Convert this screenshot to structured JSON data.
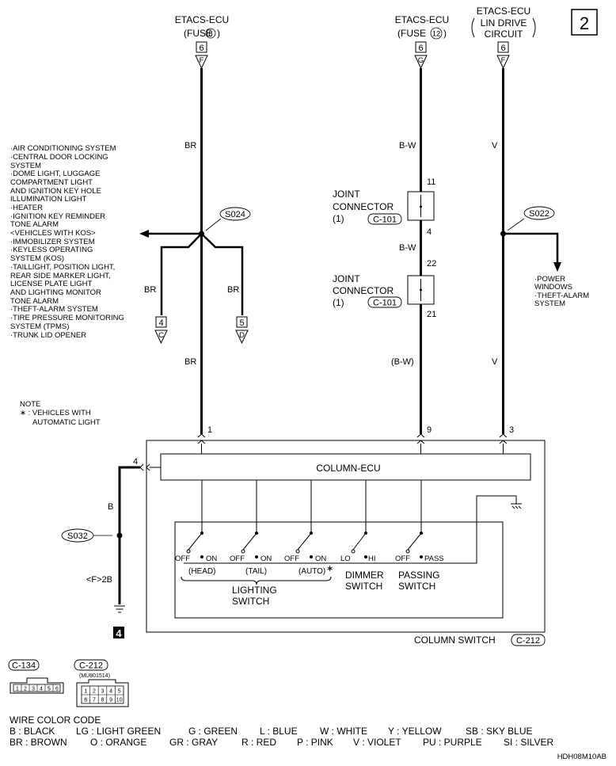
{
  "page_number": "2",
  "top_sources": [
    {
      "line1": "ETACS-ECU",
      "line2": "(FUSE",
      "fuse_no": "8",
      "line2_end": ")",
      "pin": "6",
      "letter": "F"
    },
    {
      "line1": "ETACS-ECU",
      "line2": "(FUSE",
      "fuse_no": "12",
      "line2_end": ")",
      "pin": "6",
      "letter": "G"
    },
    {
      "line1": "ETACS-ECU",
      "line2": "LIN DRIVE",
      "line3": "CIRCUIT",
      "pin": "6",
      "letter": "F"
    }
  ],
  "wire_labels": {
    "br_top": "BR",
    "bw_top": "B-W",
    "v_top": "V",
    "bw_mid": "B-W",
    "br_left": "BR",
    "br_right": "BR",
    "br_bottom": "BR",
    "bw_bottom": "(B-W)",
    "v_bottom": "V",
    "b_ground": "B",
    "ground_point": "<F>2B"
  },
  "splices": {
    "s024": "S024",
    "s022": "S022",
    "s032": "S032"
  },
  "joint_connectors": [
    {
      "line1": "JOINT",
      "line2": "CONNECTOR",
      "line3": "(1)",
      "code": "C-101",
      "pin_top": "11",
      "pin_bottom": "4"
    },
    {
      "line1": "JOINT",
      "line2": "CONNECTOR",
      "line3": "(1)",
      "code": "C-101",
      "pin_top": "22",
      "pin_bottom": "21"
    }
  ],
  "left_systems": [
    "·AIR CONDITIONING SYSTEM",
    "·CENTRAL DOOR LOCKING",
    "  SYSTEM",
    "·DOME LIGHT, LUGGAGE",
    "  COMPARTMENT LIGHT",
    "  AND IGNITION KEY HOLE",
    "  ILLUMINATION LIGHT",
    "·HEATER",
    "·IGNITION KEY REMINDER",
    "  TONE ALARM",
    "  <VEHICLES WITH KOS>",
    "·IMMOBILIZER SYSTEM",
    "·KEYLESS OPERATING",
    "  SYSTEM (KOS)",
    "·TAILLIGHT, POSITION LIGHT,",
    "  REAR SIDE MARKER LIGHT,",
    "  LICENSE PLATE LIGHT",
    "  AND LIGHTING MONITOR",
    "  TONE ALARM",
    "·THEFT-ALARM SYSTEM",
    "·TIRE PRESSURE MONITORING",
    "  SYSTEM (TPMS)",
    "·TRUNK LID OPENER"
  ],
  "right_systems": [
    "·POWER",
    "  WINDOWS",
    "·THEFT-ALARM",
    "  SYSTEM"
  ],
  "off_page": [
    {
      "pin": "4",
      "letter": "C"
    },
    {
      "pin": "5",
      "letter": "D"
    }
  ],
  "note": {
    "title": "NOTE",
    "line1": "∗ : VEHICLES WITH",
    "line2": "AUTOMATIC LIGHT"
  },
  "column_ecu": {
    "label": "COLUMN-ECU",
    "pin_1": "1",
    "pin_9": "9",
    "pin_3": "3",
    "pin_4": "4"
  },
  "switches": {
    "head": {
      "off": "OFF",
      "on": "ON",
      "name": "(HEAD)"
    },
    "tail": {
      "off": "OFF",
      "on": "ON",
      "name": "(TAIL)"
    },
    "auto": {
      "off": "OFF",
      "on": "ON",
      "name": "(AUTO)",
      "mark": "∗"
    },
    "dimmer": {
      "lo": "LO",
      "hi": "HI",
      "line1": "DIMMER",
      "line2": "SWITCH"
    },
    "passing": {
      "off": "OFF",
      "pass": "PASS",
      "line1": "PASSING",
      "line2": "SWITCH"
    },
    "lighting_line1": "LIGHTING",
    "lighting_line2": "SWITCH"
  },
  "column_switch": {
    "label": "COLUMN SWITCH",
    "code": "C-212"
  },
  "ground_number": "4",
  "connectors": [
    {
      "code": "C-134",
      "pins": [
        "1",
        "2",
        "3",
        "4",
        "5",
        "6"
      ]
    },
    {
      "code": "C-212",
      "part_no": "(MU801514)",
      "pins_top": [
        "1",
        "2",
        "3",
        "4",
        "5"
      ],
      "pins_bottom": [
        "6",
        "7",
        "8",
        "9",
        "10"
      ]
    }
  ],
  "color_code": {
    "title": "WIRE COLOR CODE",
    "row1": [
      "B : BLACK",
      "LG : LIGHT GREEN",
      "G : GREEN",
      "L : BLUE",
      "W : WHITE",
      "Y : YELLOW",
      "SB : SKY BLUE"
    ],
    "row2": [
      "BR : BROWN",
      "O : ORANGE",
      "GR : GRAY",
      "R : RED",
      "P : PINK",
      "V : VIOLET",
      "PU : PURPLE",
      "SI : SILVER"
    ]
  },
  "figure_code": "HDH08M10AB"
}
